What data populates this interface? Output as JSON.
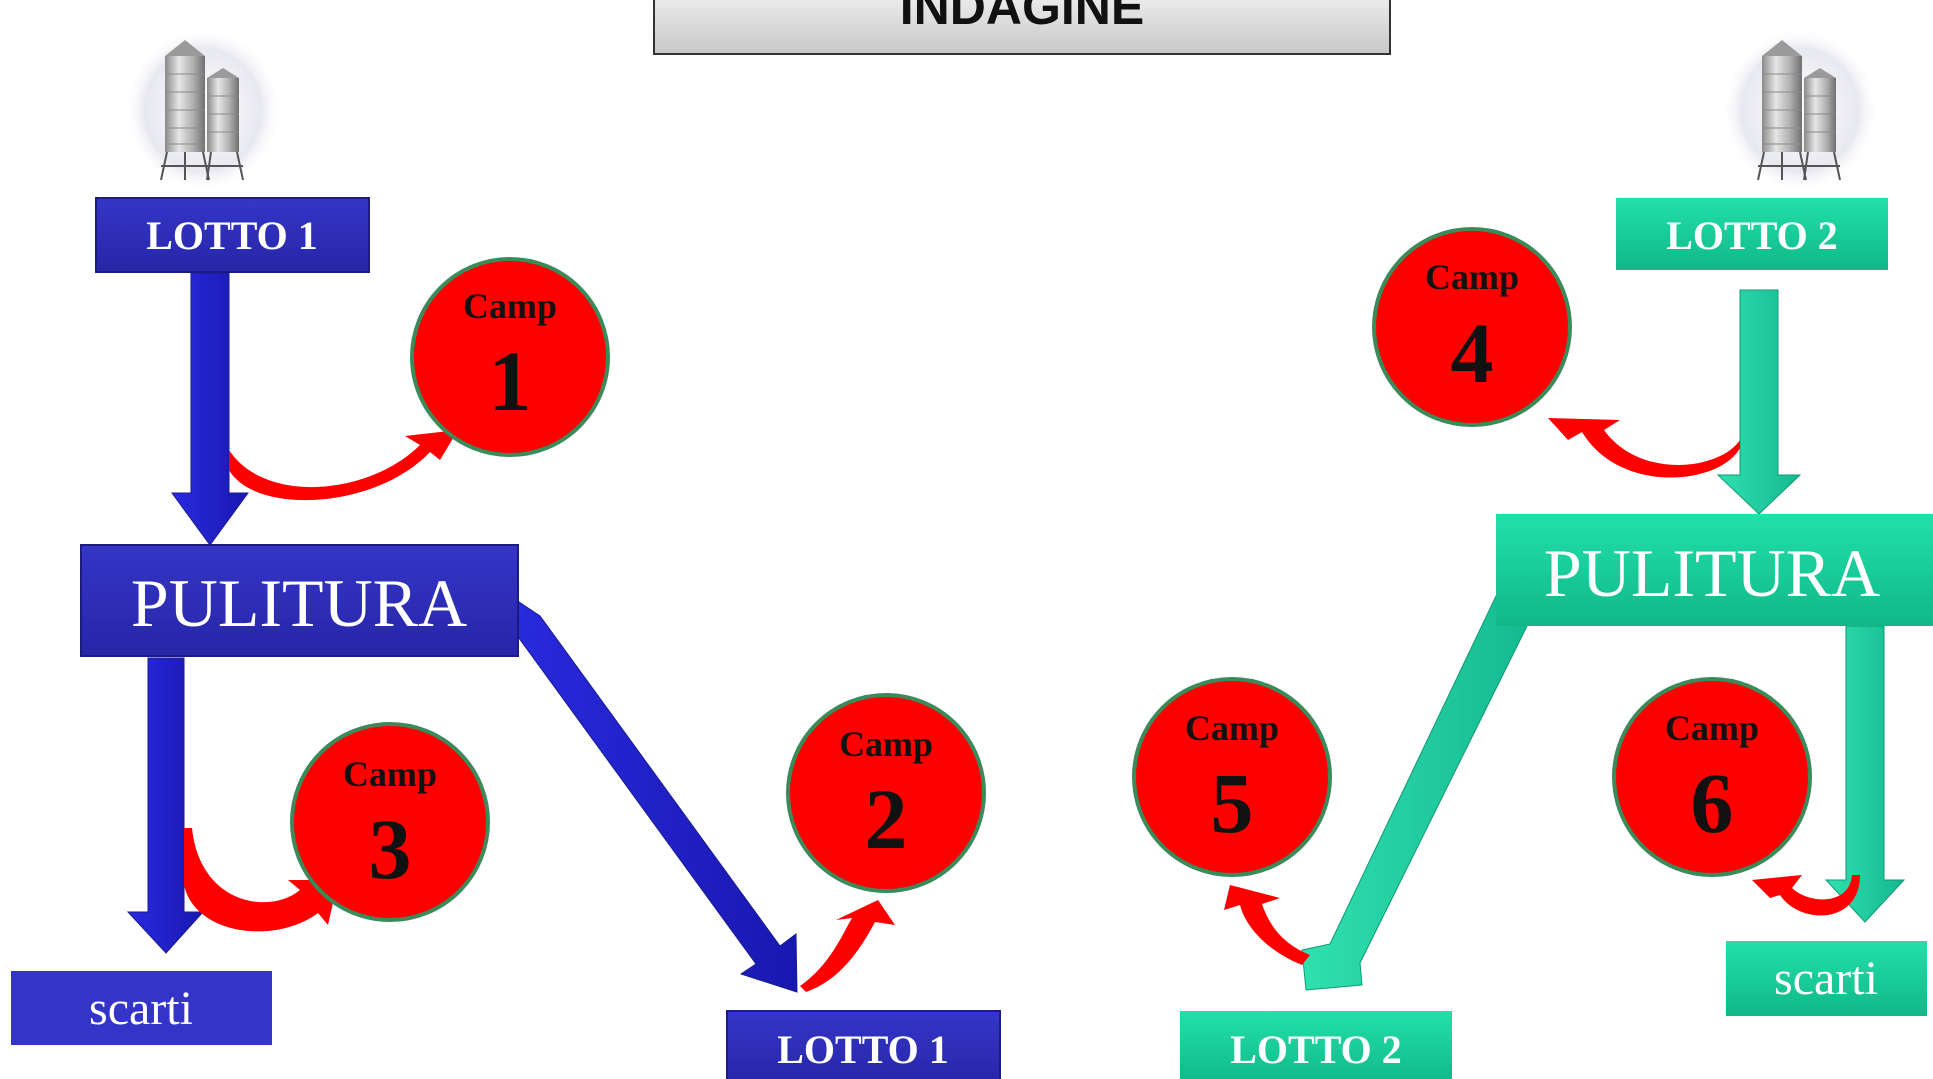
{
  "header": {
    "title": "INDAGINE"
  },
  "colors": {
    "blue": "#2828b4",
    "blue_arrow": "#1e1ec8",
    "teal": "#14c896",
    "teal_arrow": "#1ecca0",
    "red": "#ff0000",
    "circle_border": "#3a8a5a"
  },
  "left_flow": {
    "source_label": "LOTTO 1",
    "process_label": "PULITURA",
    "waste_label": "scarti",
    "output_label": "LOTTO 1"
  },
  "right_flow": {
    "source_label": "LOTTO 2",
    "process_label": "PULITURA",
    "waste_label": "scarti",
    "output_label": "LOTTO 2"
  },
  "samples": [
    {
      "label": "Camp",
      "number": "1"
    },
    {
      "label": "Camp",
      "number": "2"
    },
    {
      "label": "Camp",
      "number": "3"
    },
    {
      "label": "Camp",
      "number": "4"
    },
    {
      "label": "Camp",
      "number": "5"
    },
    {
      "label": "Camp",
      "number": "6"
    }
  ],
  "icons": [
    "silo-icon",
    "silo-icon"
  ]
}
